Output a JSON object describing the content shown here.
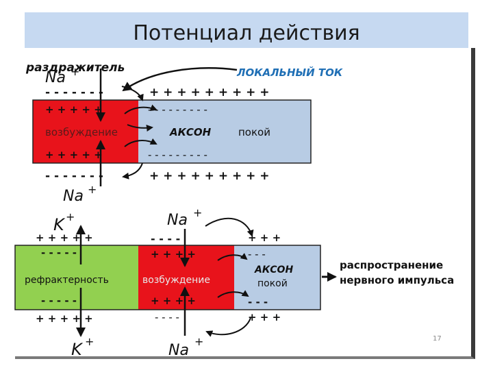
{
  "title": "Потенциал действия",
  "colors": {
    "excitation": "#e8131b",
    "rest": "#b8cce4",
    "refractory": "#92d050",
    "current_label": "#1f6fb5",
    "title_bar": "#c6d9f1"
  },
  "top_diagram": {
    "stimulus_label": "раздражитель",
    "local_current_label": "ЛОКАЛЬНЫЙ ТОК",
    "ion_top": "Na",
    "ion_top_charge": "+",
    "ion_bottom": "Na",
    "ion_bottom_charge": "+",
    "excited_label": "возбуждение",
    "axon_label": "АКСОН",
    "rest_label": "покой",
    "outer_top_left": "- - - - - - -",
    "outer_top_right": "+  +  + +  +  +  + + +",
    "inner_top_left": "+  +  +     + +",
    "inner_top_right": "- -  -  -  -  -  -  -  -",
    "inner_bottom_left": "+  +  +     + +",
    "inner_bottom_right": "-  -  -  -  -  -  -  -  -",
    "outer_bottom_left": "- - - - - - -",
    "outer_bottom_right": "+ +  +  +  +  +  +  + +"
  },
  "bottom_diagram": {
    "k_top": "K",
    "k_top_charge": "+",
    "k_bottom": "K",
    "k_bottom_charge": "+",
    "na_top": "Na",
    "na_top_charge": "+",
    "na_bottom": "Na",
    "na_bottom_charge": "+",
    "refractory_label": "рефрактерность",
    "excited_label": "возбуждение",
    "axon_label": "АКСОН",
    "rest_label": "покой",
    "propagation_line1": "распространение",
    "propagation_line2": "нервного импульса",
    "outer_top_green": "+ + +     + +",
    "inner_top_green": "- - -     - -",
    "inner_bottom_green": "- - -     - -",
    "outer_bottom_green": "+ + +     + +",
    "outer_top_red": "- -     - -",
    "inner_top_red": "+ +     + +",
    "inner_bottom_red": "+ +     + +",
    "outer_bottom_red": "- -     - -",
    "outer_top_blue": "+    +   +",
    "inner_top_blue": "-    -   -",
    "inner_bottom_blue": "-    -   -",
    "outer_bottom_blue": "+    +   +"
  },
  "page_number": "17"
}
